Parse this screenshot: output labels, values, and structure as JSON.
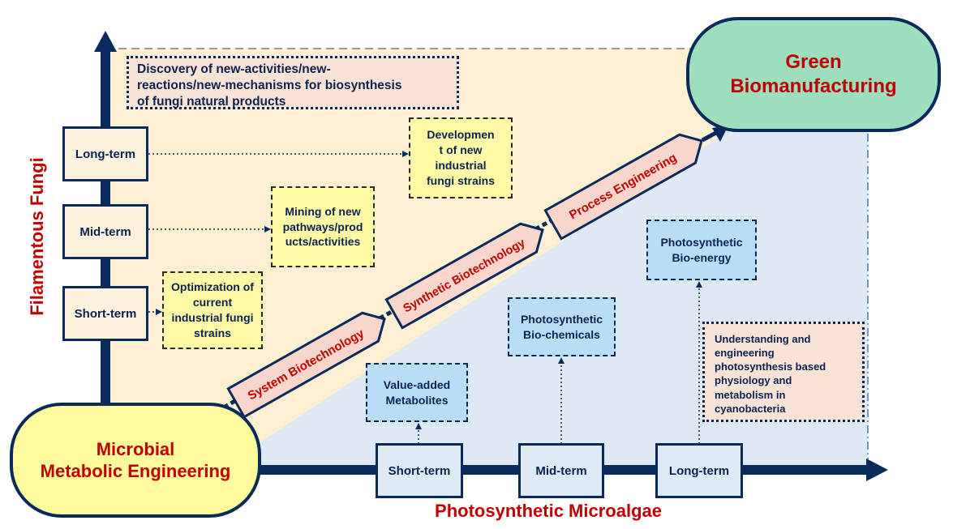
{
  "axes": {
    "y_title": "Filamentous Fungi",
    "x_title": "Photosynthetic Microalgae"
  },
  "hubs": {
    "start": "Microbial\nMetabolic Engineering",
    "end": "Green\nBiomanufacturing"
  },
  "fungi": {
    "terms": {
      "long": "Long-term",
      "mid": "Mid-term",
      "short": "Short-term"
    },
    "goals": {
      "long": "Developmen\nt of new\nindustrial\nfungi strains",
      "mid": "Mining of new\npathways/prod\nucts/activities",
      "short": "Optimization of\ncurrent\nindustrial fungi\nstrains"
    },
    "discovery": "Discovery of new-activities/new-\nreactions/new-mechanisms for biosynthesis\nof fungi natural products"
  },
  "algae": {
    "terms": {
      "short": "Short-term",
      "mid": "Mid-term",
      "long": "Long-term"
    },
    "goals": {
      "short": "Value-added\nMetabolites",
      "mid": "Photosynthetic\nBio-chemicals",
      "long": "Photosynthetic\nBio-energy"
    },
    "understanding": "Understanding and\nengineering\nphotosynthesis based\nphysiology and\nmetabolism in\ncyanobacteria"
  },
  "pathway": {
    "system": "System Biotechnology",
    "synthetic": "Synthetic Biotechnology",
    "process": "Process Engineering"
  },
  "colors": {
    "navy": "#0b2a5c",
    "red_text": "#c00000",
    "fungi_bg": "#fdefd2",
    "algae_bg": "#dfe9f5",
    "green_hub": "#9ddfbd",
    "yellow_hub": "#fdfb9c",
    "arrow_fill": "#f9d6cc"
  }
}
